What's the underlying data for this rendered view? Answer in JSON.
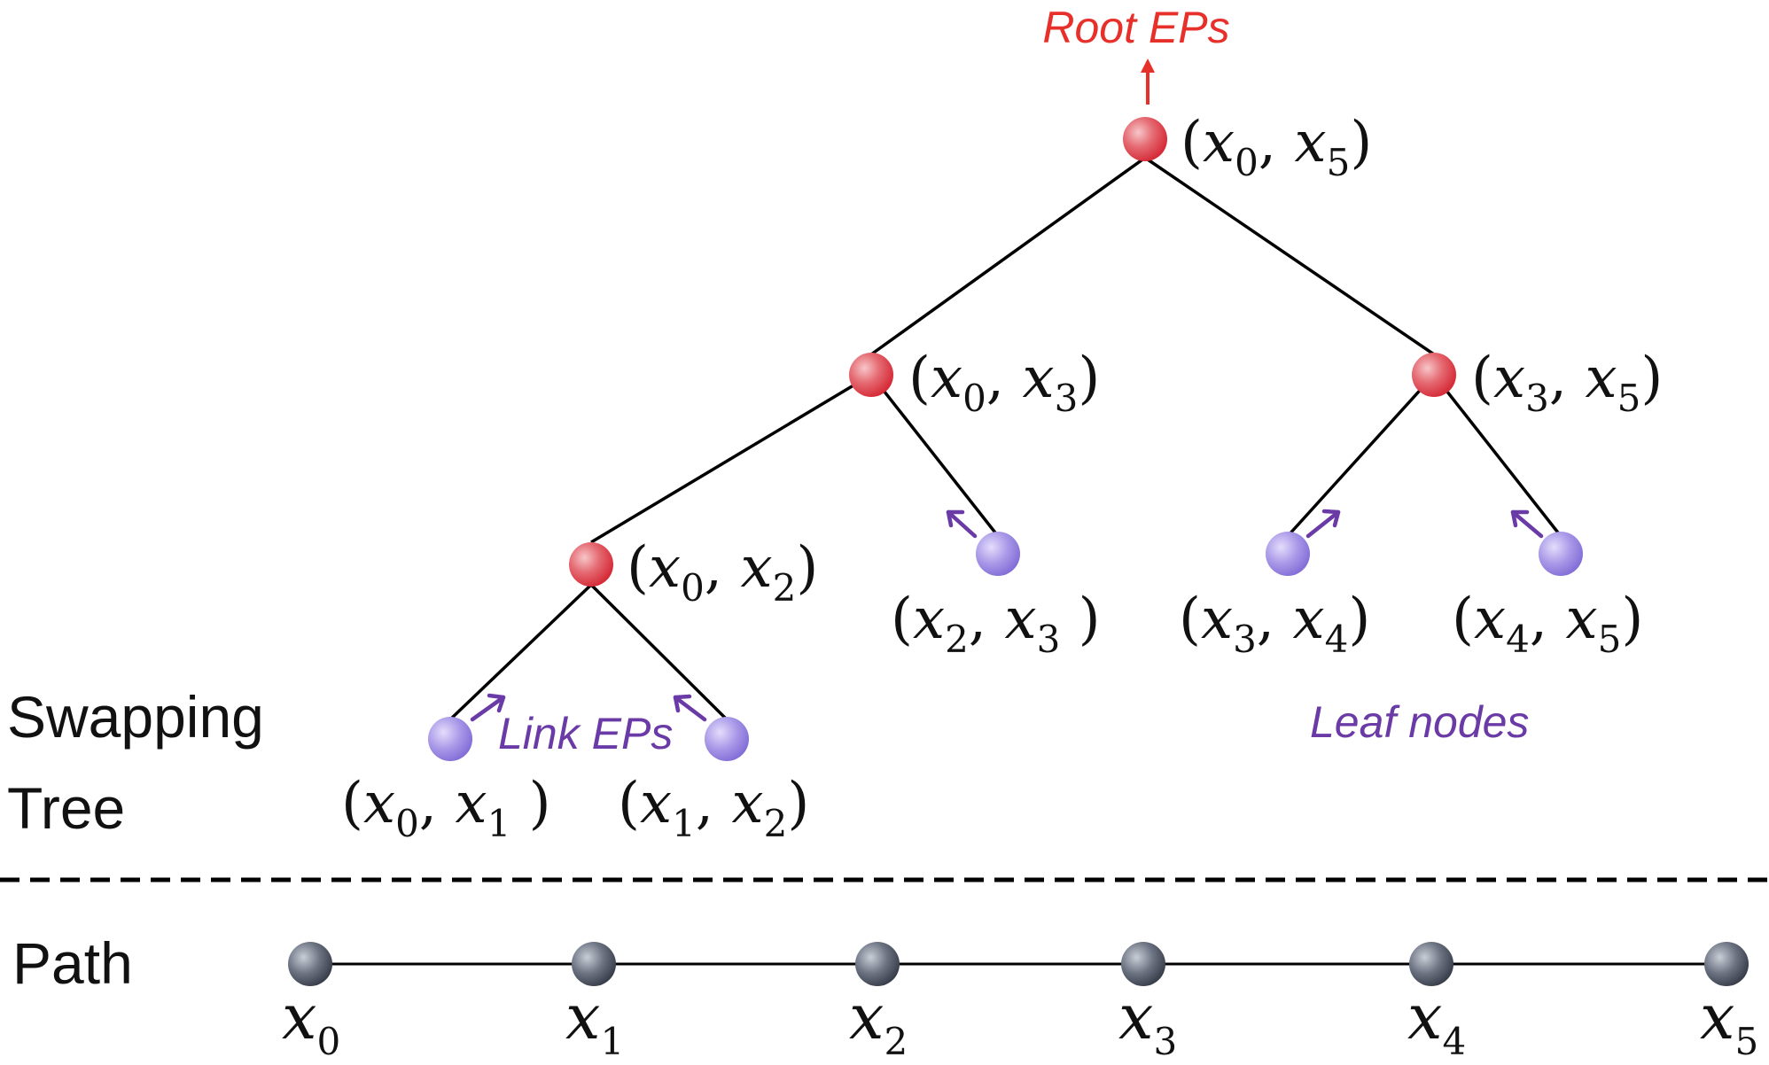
{
  "diagram": {
    "side_labels": {
      "swapping": "Swapping",
      "tree": "Tree",
      "path": "Path"
    },
    "annotations": {
      "root_eps": "Root EPs",
      "link_eps": "Link EPs",
      "leaf_nodes": "Leaf nodes"
    },
    "colors": {
      "root_annotation": "#e8302a",
      "link_annotation": "#6a3aa6",
      "internal_node": "#e05a64",
      "leaf_node": "#a899e6",
      "path_node": "#5b6270",
      "edge": "#000000"
    },
    "tree_nodes": [
      {
        "id": "n05",
        "a": "0",
        "b": "5",
        "kind": "internal"
      },
      {
        "id": "n03",
        "a": "0",
        "b": "3",
        "kind": "internal"
      },
      {
        "id": "n35",
        "a": "3",
        "b": "5",
        "kind": "internal"
      },
      {
        "id": "n02",
        "a": "0",
        "b": "2",
        "kind": "internal"
      },
      {
        "id": "n23",
        "a": "2",
        "b": "3",
        "kind": "leaf"
      },
      {
        "id": "n34",
        "a": "3",
        "b": "4",
        "kind": "leaf"
      },
      {
        "id": "n45",
        "a": "4",
        "b": "5",
        "kind": "leaf"
      },
      {
        "id": "n01",
        "a": "0",
        "b": "1",
        "kind": "leaf"
      },
      {
        "id": "n12",
        "a": "1",
        "b": "2",
        "kind": "leaf"
      }
    ],
    "path_nodes": [
      {
        "index": "0"
      },
      {
        "index": "1"
      },
      {
        "index": "2"
      },
      {
        "index": "3"
      },
      {
        "index": "4"
      },
      {
        "index": "5"
      }
    ]
  }
}
